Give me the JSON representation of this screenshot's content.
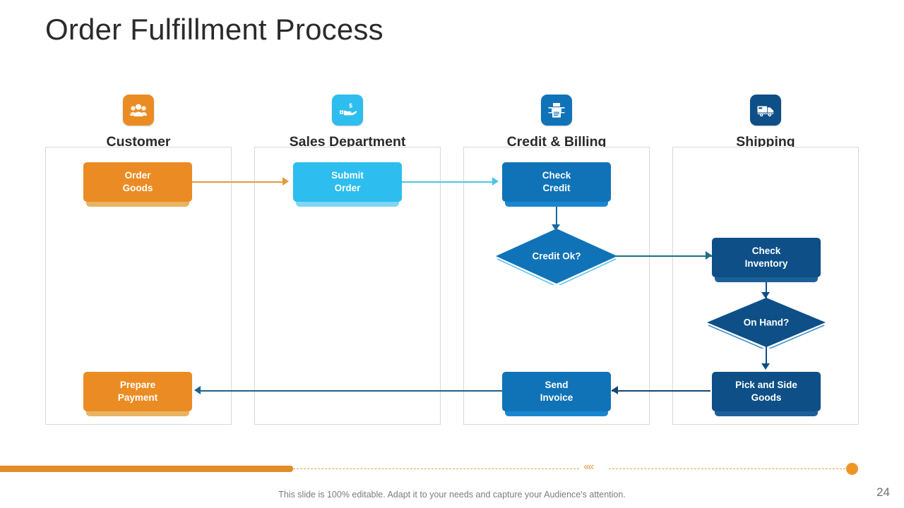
{
  "slide": {
    "title": "Order Fulfillment Process",
    "page_number": "24",
    "footer_note": "This slide is 100% editable. Adapt it to your needs and capture your Audience's attention."
  },
  "colors": {
    "orange": "#ea8c23",
    "orange_shadow": "#e8b463",
    "cyan": "#2dbdee",
    "cyan_shadow": "#7fd6f4",
    "blue": "#1073b8",
    "blue_shadow": "#1a86cf",
    "navy": "#0d4f86",
    "navy_shadow": "#1d6099",
    "title": "#2b2b2b",
    "lane_border": "#d8d8d8",
    "footer_orange": "#e08d29",
    "footer_dot": "#ef9526"
  },
  "lanes": [
    {
      "label": "Customer",
      "icon": "group-of-people-icon",
      "icon_bg": "#ea8c23"
    },
    {
      "label": "Sales Department",
      "icon": "hand-holding-money-icon",
      "icon_bg": "#2dbdee"
    },
    {
      "label": "Credit & Billing",
      "icon": "printer-invoice-icon",
      "icon_bg": "#1073b8"
    },
    {
      "label": "Shipping",
      "icon": "delivery-truck-icon",
      "icon_bg": "#0d4f86"
    }
  ],
  "nodes": [
    {
      "id": "order-goods",
      "label": "Order\nGoods",
      "shape": "process",
      "fill": "#ea8c23",
      "shadow": "#e8b463"
    },
    {
      "id": "submit-order",
      "label": "Submit\nOrder",
      "shape": "process",
      "fill": "#2dbdee",
      "shadow": "#7fd6f4"
    },
    {
      "id": "check-credit",
      "label": "Check\nCredit",
      "shape": "process",
      "fill": "#1073b8",
      "shadow": "#1a86cf"
    },
    {
      "id": "credit-ok",
      "label": "Credit Ok?",
      "shape": "decision",
      "fill": "#1073b8",
      "edge": "#5fc4ea"
    },
    {
      "id": "check-inventory",
      "label": "Check\nInventory",
      "shape": "process",
      "fill": "#0d4f86",
      "shadow": "#1d6099"
    },
    {
      "id": "on-hand",
      "label": "On Hand?",
      "shape": "decision",
      "fill": "#0d4f86",
      "edge": "#3f8fc4"
    },
    {
      "id": "pick-side-goods",
      "label": "Pick and Side\nGoods",
      "shape": "process",
      "fill": "#0d4f86",
      "shadow": "#1d6099"
    },
    {
      "id": "send-invoice",
      "label": "Send\nInvoice",
      "shape": "process",
      "fill": "#1073b8",
      "shadow": "#1a86cf"
    },
    {
      "id": "prepare-payment",
      "label": "Prepare\nPayment",
      "shape": "process",
      "fill": "#ea8c23",
      "shadow": "#e8b463"
    }
  ],
  "connectors": [
    {
      "from": "order-goods",
      "to": "submit-order",
      "direction": "right",
      "color": "#e09a3f"
    },
    {
      "from": "submit-order",
      "to": "check-credit",
      "direction": "right",
      "color": "#4cc4ea"
    },
    {
      "from": "check-credit",
      "to": "credit-ok",
      "direction": "down",
      "color": "#146a9e"
    },
    {
      "from": "credit-ok",
      "to": "check-inventory",
      "direction": "right",
      "color": "#1b6f87"
    },
    {
      "from": "check-inventory",
      "to": "on-hand",
      "direction": "down",
      "color": "#0d4f86"
    },
    {
      "from": "on-hand",
      "to": "pick-side-goods",
      "direction": "down",
      "color": "#0d4f86"
    },
    {
      "from": "pick-side-goods",
      "to": "send-invoice",
      "direction": "left",
      "color": "#15456e"
    },
    {
      "from": "send-invoice",
      "to": "prepare-payment",
      "direction": "left",
      "color": "#1a6486"
    }
  ],
  "footer": {
    "chevrons": "‹‹‹‹"
  }
}
